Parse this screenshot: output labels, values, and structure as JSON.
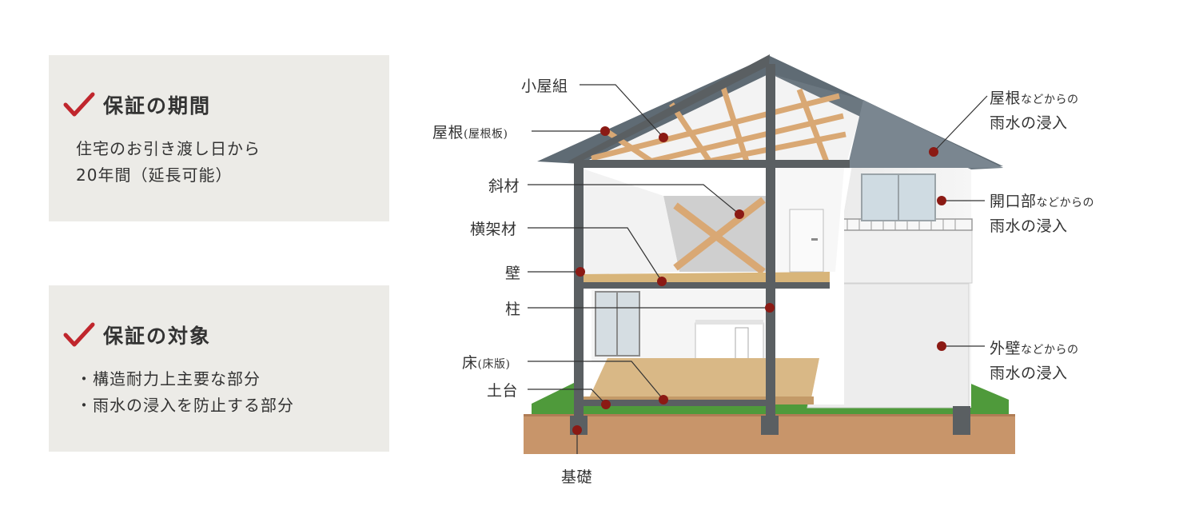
{
  "period_card": {
    "title": "保証の期間",
    "lines": [
      "住宅のお引き渡し日から",
      "20年間（延長可能）"
    ]
  },
  "target_card": {
    "title": "保証の対象",
    "lines": [
      "・構造耐力上主要な部分",
      "・雨水の浸入を防止する部分"
    ]
  },
  "diagram": {
    "labels_left": {
      "koyagumi": "小屋組",
      "yane": "屋根",
      "yane_sub": "(屋根板)",
      "shazai": "斜材",
      "yokokazai": "横架材",
      "kabe": "壁",
      "hashira": "柱",
      "yuka": "床",
      "yuka_sub": "(床版)",
      "dodai": "土台",
      "kiso": "基礎"
    },
    "labels_right": {
      "roof": {
        "main": "屋根",
        "sub": "などからの",
        "line2": "雨水の浸入"
      },
      "opening": {
        "main": "開口部",
        "sub": "などからの",
        "line2": "雨水の浸入"
      },
      "wall": {
        "main": "外壁",
        "sub": "などからの",
        "line2": "雨水の浸入"
      }
    }
  },
  "colors": {
    "accent_check": "#c0262d",
    "marker": "#8b1a14",
    "frame": "#5a5f62",
    "roof": "#5f6b74",
    "wood": "#d9a874",
    "ground": "#c8956a",
    "card_bg": "#ecebe7"
  }
}
